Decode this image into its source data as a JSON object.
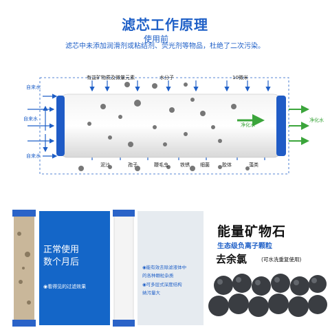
{
  "header": {
    "title": "滤芯工作原理",
    "subtitle": "滤芯中未添加润滑剂或粘结剂、荧光剂等物品，杜绝了二次污染。"
  },
  "diagram": {
    "top_labels": [
      "有益矿物质及微量元素",
      "水分子",
      "10微米"
    ],
    "bottom_labels": [
      "泥沙",
      "孢子",
      "鞭毛虫",
      "铁锈",
      "细菌",
      "胶体",
      "藻类"
    ],
    "inlet_label": "自来水",
    "outlet_label": "净化水",
    "inner_outlet_label": "净化水"
  },
  "panels": {
    "blue": {
      "line1": "正常使用",
      "line2": "数个月后",
      "caption": "◉看得见的过滤效果"
    },
    "gray": {
      "heading": "使用前",
      "lines": [
        "◉能有效去除滤液体中",
        "的各种颗粒杂质",
        "◉可多层式深度结构",
        "纳污量大"
      ]
    },
    "mineral": {
      "title": "能量矿物石",
      "subtitle": "生态级负离子颗粒",
      "big": "去余氯",
      "small": "(可水洗重复使用)"
    }
  },
  "colors": {
    "brand_blue": "#1e5fc7",
    "panel_blue": "#1466c8",
    "green": "#3ba53b"
  }
}
